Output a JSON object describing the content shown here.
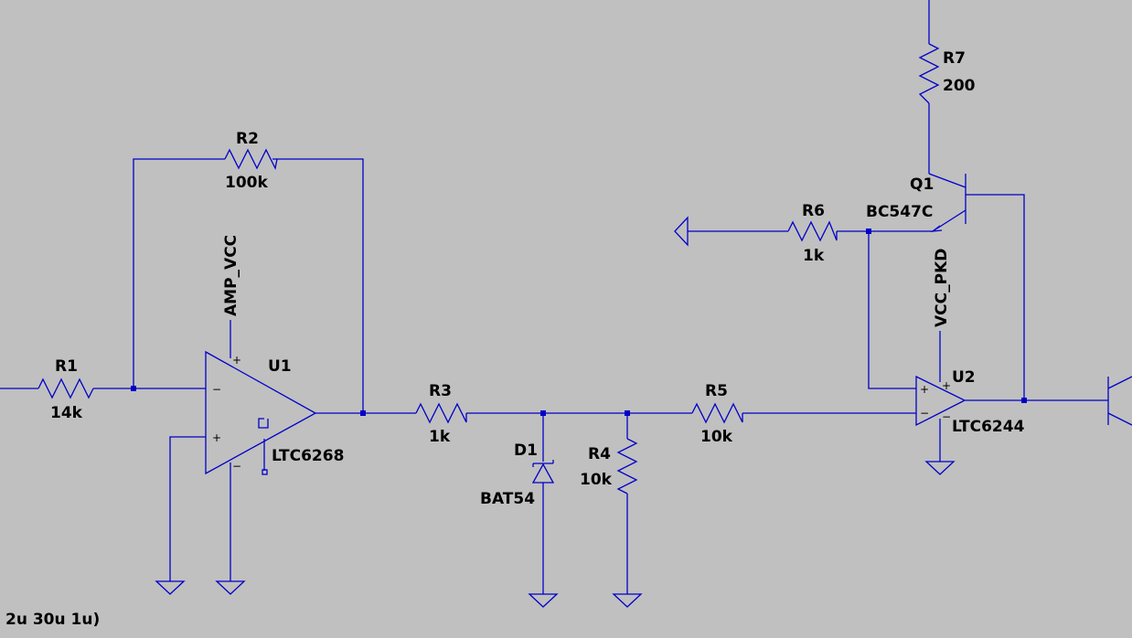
{
  "schematic": {
    "components": [
      {
        "id": "r1",
        "ref": "R1",
        "value": "14k"
      },
      {
        "id": "r2",
        "ref": "R2",
        "value": "100k"
      },
      {
        "id": "r3",
        "ref": "R3",
        "value": "1k"
      },
      {
        "id": "r4",
        "ref": "R4",
        "value": "10k"
      },
      {
        "id": "r5",
        "ref": "R5",
        "value": "10k"
      },
      {
        "id": "r6",
        "ref": "R6",
        "value": "1k"
      },
      {
        "id": "r7",
        "ref": "R7",
        "value": "200"
      },
      {
        "id": "d1",
        "ref": "D1",
        "value": "BAT54"
      },
      {
        "id": "q1",
        "ref": "Q1",
        "value": "BC547C"
      },
      {
        "id": "u1",
        "ref": "U1",
        "value": "LTC6268"
      },
      {
        "id": "u2",
        "ref": "U2",
        "value": "LTC6244"
      }
    ],
    "net_labels": [
      "AMP_VCC",
      "VCC_PKD"
    ],
    "pin_signs": {
      "minus": "−",
      "plus": "+"
    },
    "directive": "2u 30u 1u)"
  }
}
